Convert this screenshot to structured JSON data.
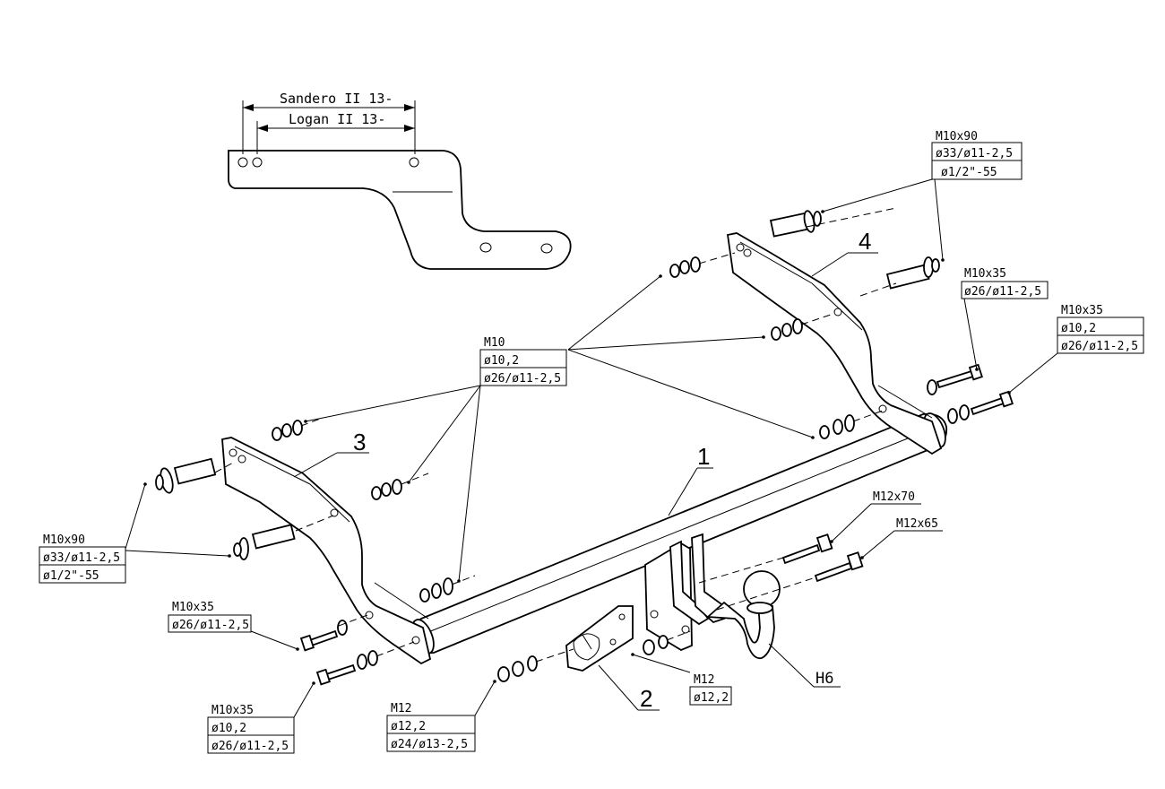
{
  "dimensions": {
    "sandero": "Sandero II 13-",
    "logan": "Logan II 13-"
  },
  "callouts": {
    "m10x90_right": [
      "M10x90",
      "ø33/ø11-2,5",
      "ø1/2\"-55"
    ],
    "m10x35_right_upper": [
      "M10x35",
      "ø26/ø11-2,5"
    ],
    "m10x35_right_lower": [
      "M10x35",
      "ø10,2",
      "ø26/ø11-2,5"
    ],
    "m10_center": [
      "M10",
      "ø10,2",
      "ø26/ø11-2,5"
    ],
    "m10x90_left": [
      "M10x90",
      "ø33/ø11-2,5",
      "ø1/2\"-55"
    ],
    "m10x35_left_upper": [
      "M10x35",
      "ø26/ø11-2,5"
    ],
    "m10x35_left_lower": [
      "M10x35",
      "ø10,2",
      "ø26/ø11-2,5"
    ],
    "m12_bottom": [
      "M12",
      "ø12,2",
      "ø24/ø13-2,5"
    ],
    "m12_center": [
      "M12",
      "ø12,2"
    ],
    "m12x70": [
      "M12x70"
    ],
    "m12x65": [
      "M12x65"
    ]
  },
  "part_numbers": {
    "p1": "1",
    "p2": "2",
    "p3": "3",
    "p4": "4",
    "ball": "H6"
  }
}
